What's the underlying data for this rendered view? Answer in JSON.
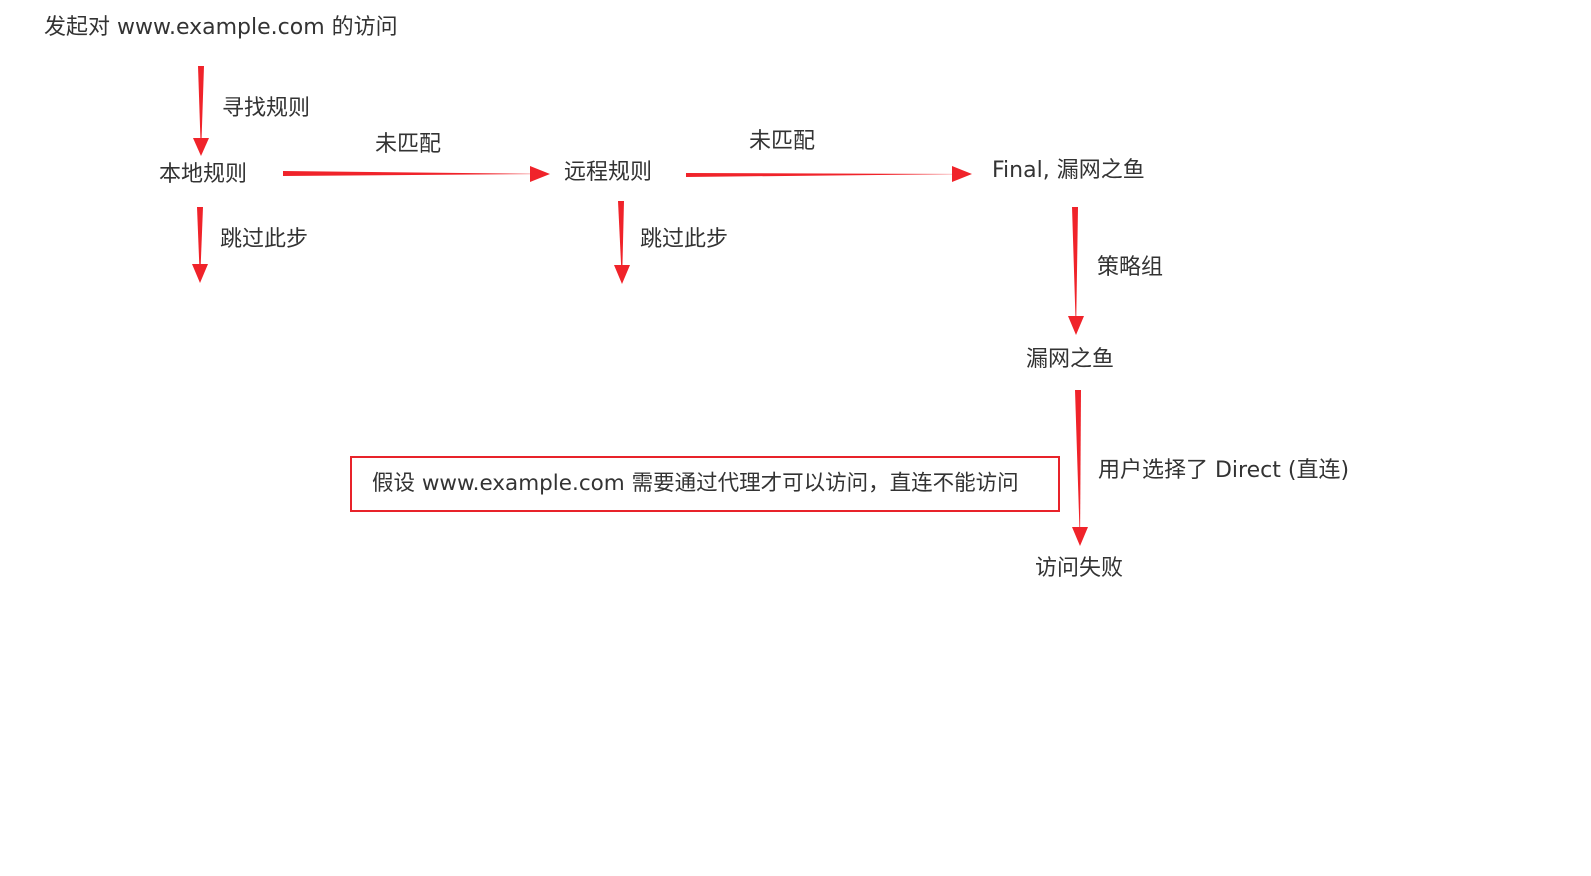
{
  "nodes": {
    "request": "发起对 www.example.com 的访问",
    "local_rules": "本地规则",
    "remote_rules": "远程规则",
    "final": "Final, 漏网之鱼",
    "fish": "漏网之鱼",
    "failure": "访问失败"
  },
  "edges": {
    "find_rules": "寻找规则",
    "no_match_1": "未匹配",
    "no_match_2": "未匹配",
    "skip_1": "跳过此步",
    "skip_2": "跳过此步",
    "policy_group": "策略组",
    "user_choice": "用户选择了 Direct (直连)"
  },
  "note": {
    "text": "假设 www.example.com 需要通过代理才可以访问，直连不能访问"
  },
  "colors": {
    "arrow": "#f0232a",
    "note_border": "#e8232a",
    "text": "#333333"
  }
}
